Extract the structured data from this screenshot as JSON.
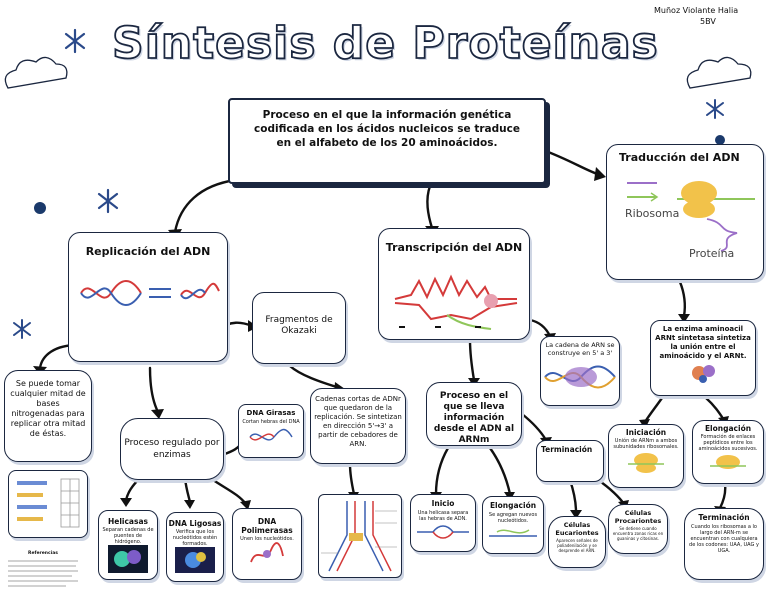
{
  "author": {
    "name": "Muñoz Violante Halia",
    "group": "5BV"
  },
  "title": "Síntesis de Proteínas",
  "definition": "Proceso en el que la información genética codificada en los ácidos nucleicos se traduce en el alfabeto de los 20 aminoácidos.",
  "replicacion": {
    "title": "Replicación del ADN",
    "bases": "Se puede tomar cualquier mitad de bases nitrogenadas para replicar otra mitad de éstas.",
    "fragmentos": "Fragmentos de Okazaki",
    "cadenas": "Cadenas cortas de ADNr que quedaron de la replicación. Se sintetizan en dirección 5'→3' a partir de cebadores de ARN.",
    "proceso": "Proceso regulado por enzimas",
    "girasas_title": "DNA Girasas",
    "girasas_text": "Cortan hebras del DNA",
    "helicasas_title": "Helicasas",
    "helicasas_text": "Separan cadenas de puentes de hidrógeno.",
    "ligasas_title": "DNA Ligosas",
    "ligasas_text": "Verifica que los nucleótidos estén formados.",
    "polimerasas_title": "DNA Polimerasas",
    "polimerasas_text": "Unen los nucleótidos.",
    "references_title": "Referencias"
  },
  "transcripcion": {
    "title": "Transcripción del ADN",
    "cadena": "La cadena de ARN se construye en 5' a 3'",
    "proceso": "Proceso en el que se lleva información desde el ADN al ARNm",
    "terminacion": "Terminación",
    "inicio_title": "Inicio",
    "inicio_text": "Una helicasa separa las hebras de ADN.",
    "elong_title": "Elongación",
    "elong_text": "Se agregan nuevos nucleótidos.",
    "euc_title": "Células Eucariontes",
    "euc_text": "Aparecen señales de poliadenilación y se desprende el ARN.",
    "pro_title": "Células Procariontes",
    "pro_text": "Se detiene cuando encuentra zonas ricas en guaninas y citosinas."
  },
  "traduccion": {
    "title": "Traducción del ADN",
    "ribosoma": "Ribosoma",
    "proteina": "Proteína",
    "enzima": "La enzima aminoacil ARNt sintetasa sintetiza la unión entre el aminoácido y el ARNt.",
    "inic_title": "Iniciación",
    "inic_text": "Unión de ARNm a ambos subunidades ribosomales.",
    "elong_title": "Elongación",
    "elong_text": "Formación de enlaces peptídicos entre los aminoácidos sucesivos.",
    "term_title": "Terminación",
    "term_text": "Cuando los ribosomas a lo largo del ARN-m se encuentran con cualquiera de los codones: UAA, UAG y UGA."
  },
  "colors": {
    "ink": "#1b2740",
    "red": "#d43a3a",
    "blue": "#3a5fb0",
    "green": "#8fc65a",
    "purple": "#9b6fc8"
  }
}
